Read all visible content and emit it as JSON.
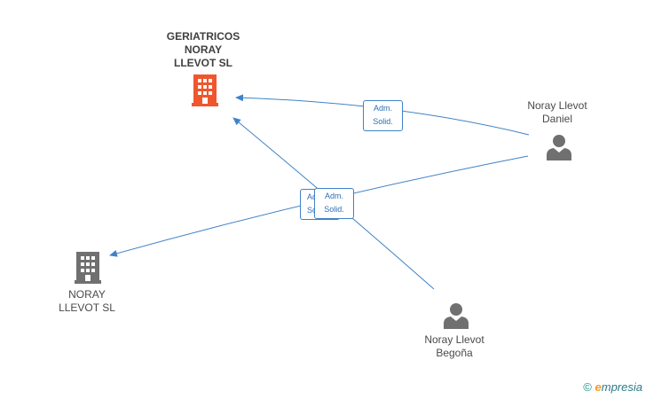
{
  "colors": {
    "edge": "#3f82c6",
    "company_main": "#f0562e",
    "company": "#707070",
    "person": "#707070"
  },
  "nodes": {
    "company_main": {
      "label": "GERIATRICOS\nNORAY\nLLEVOT SL",
      "icon": "building-icon"
    },
    "company_other": {
      "label": "NORAY\nLLEVOT SL",
      "icon": "building-icon"
    },
    "person_daniel": {
      "label": "Noray Llevot\nDaniel",
      "icon": "person-icon"
    },
    "person_begona": {
      "label": "Noray Llevot\nBegoña",
      "icon": "person-icon"
    }
  },
  "edges": {
    "daniel_to_main": {
      "line1": "Adm.",
      "line2": "Solid."
    },
    "begona_to_main": {
      "line1": "Adm.",
      "line2": "Solid."
    },
    "daniel_to_other": {
      "line1": "Adm.",
      "line2": "Solid."
    }
  },
  "footer": {
    "copyright": "©",
    "brand_initial": "e",
    "brand_rest": "mpresia"
  }
}
